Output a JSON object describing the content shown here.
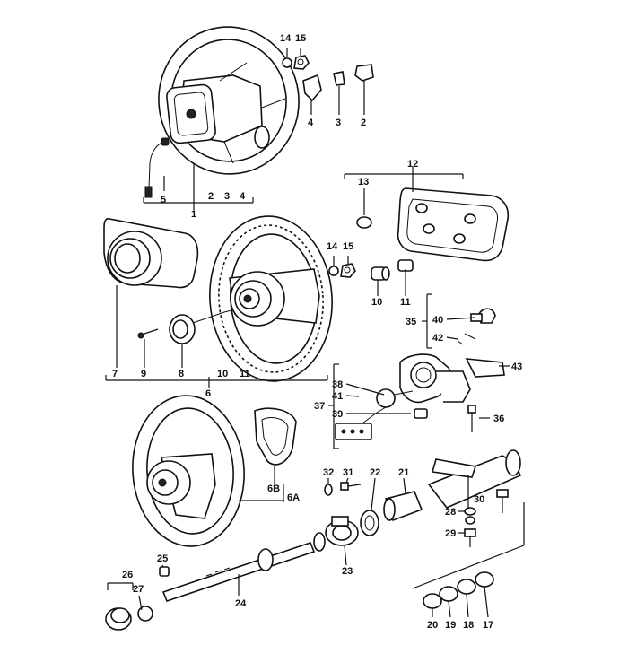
{
  "title": "Steering wheel and steering column exploded parts diagram",
  "callouts": {
    "c1": "1",
    "c2": "2",
    "c3": "3",
    "c4": "4",
    "c5": "5",
    "c6": "6",
    "c6a": "6A",
    "c6b": "6B",
    "c7": "7",
    "c8": "8",
    "c9": "9",
    "c10": "10",
    "c10b": "10",
    "c11": "11",
    "c11b": "11",
    "c12": "12",
    "c13": "13",
    "c14": "14",
    "c15": "15",
    "c14b": "14",
    "c15b": "15",
    "c17": "17",
    "c18": "18",
    "c19": "19",
    "c20": "20",
    "c21": "21",
    "c22": "22",
    "c23": "23",
    "c24": "24",
    "c25": "25",
    "c26": "26",
    "c27": "27",
    "c28": "28",
    "c29": "29",
    "c30": "30",
    "c31": "31",
    "c32": "32",
    "c35": "35",
    "c36": "36",
    "c37": "37",
    "c38": "38",
    "c39": "39",
    "c40": "40",
    "c41": "41",
    "c42": "42",
    "c43": "43",
    "g2": "2",
    "g3": "3",
    "g4": "4"
  }
}
